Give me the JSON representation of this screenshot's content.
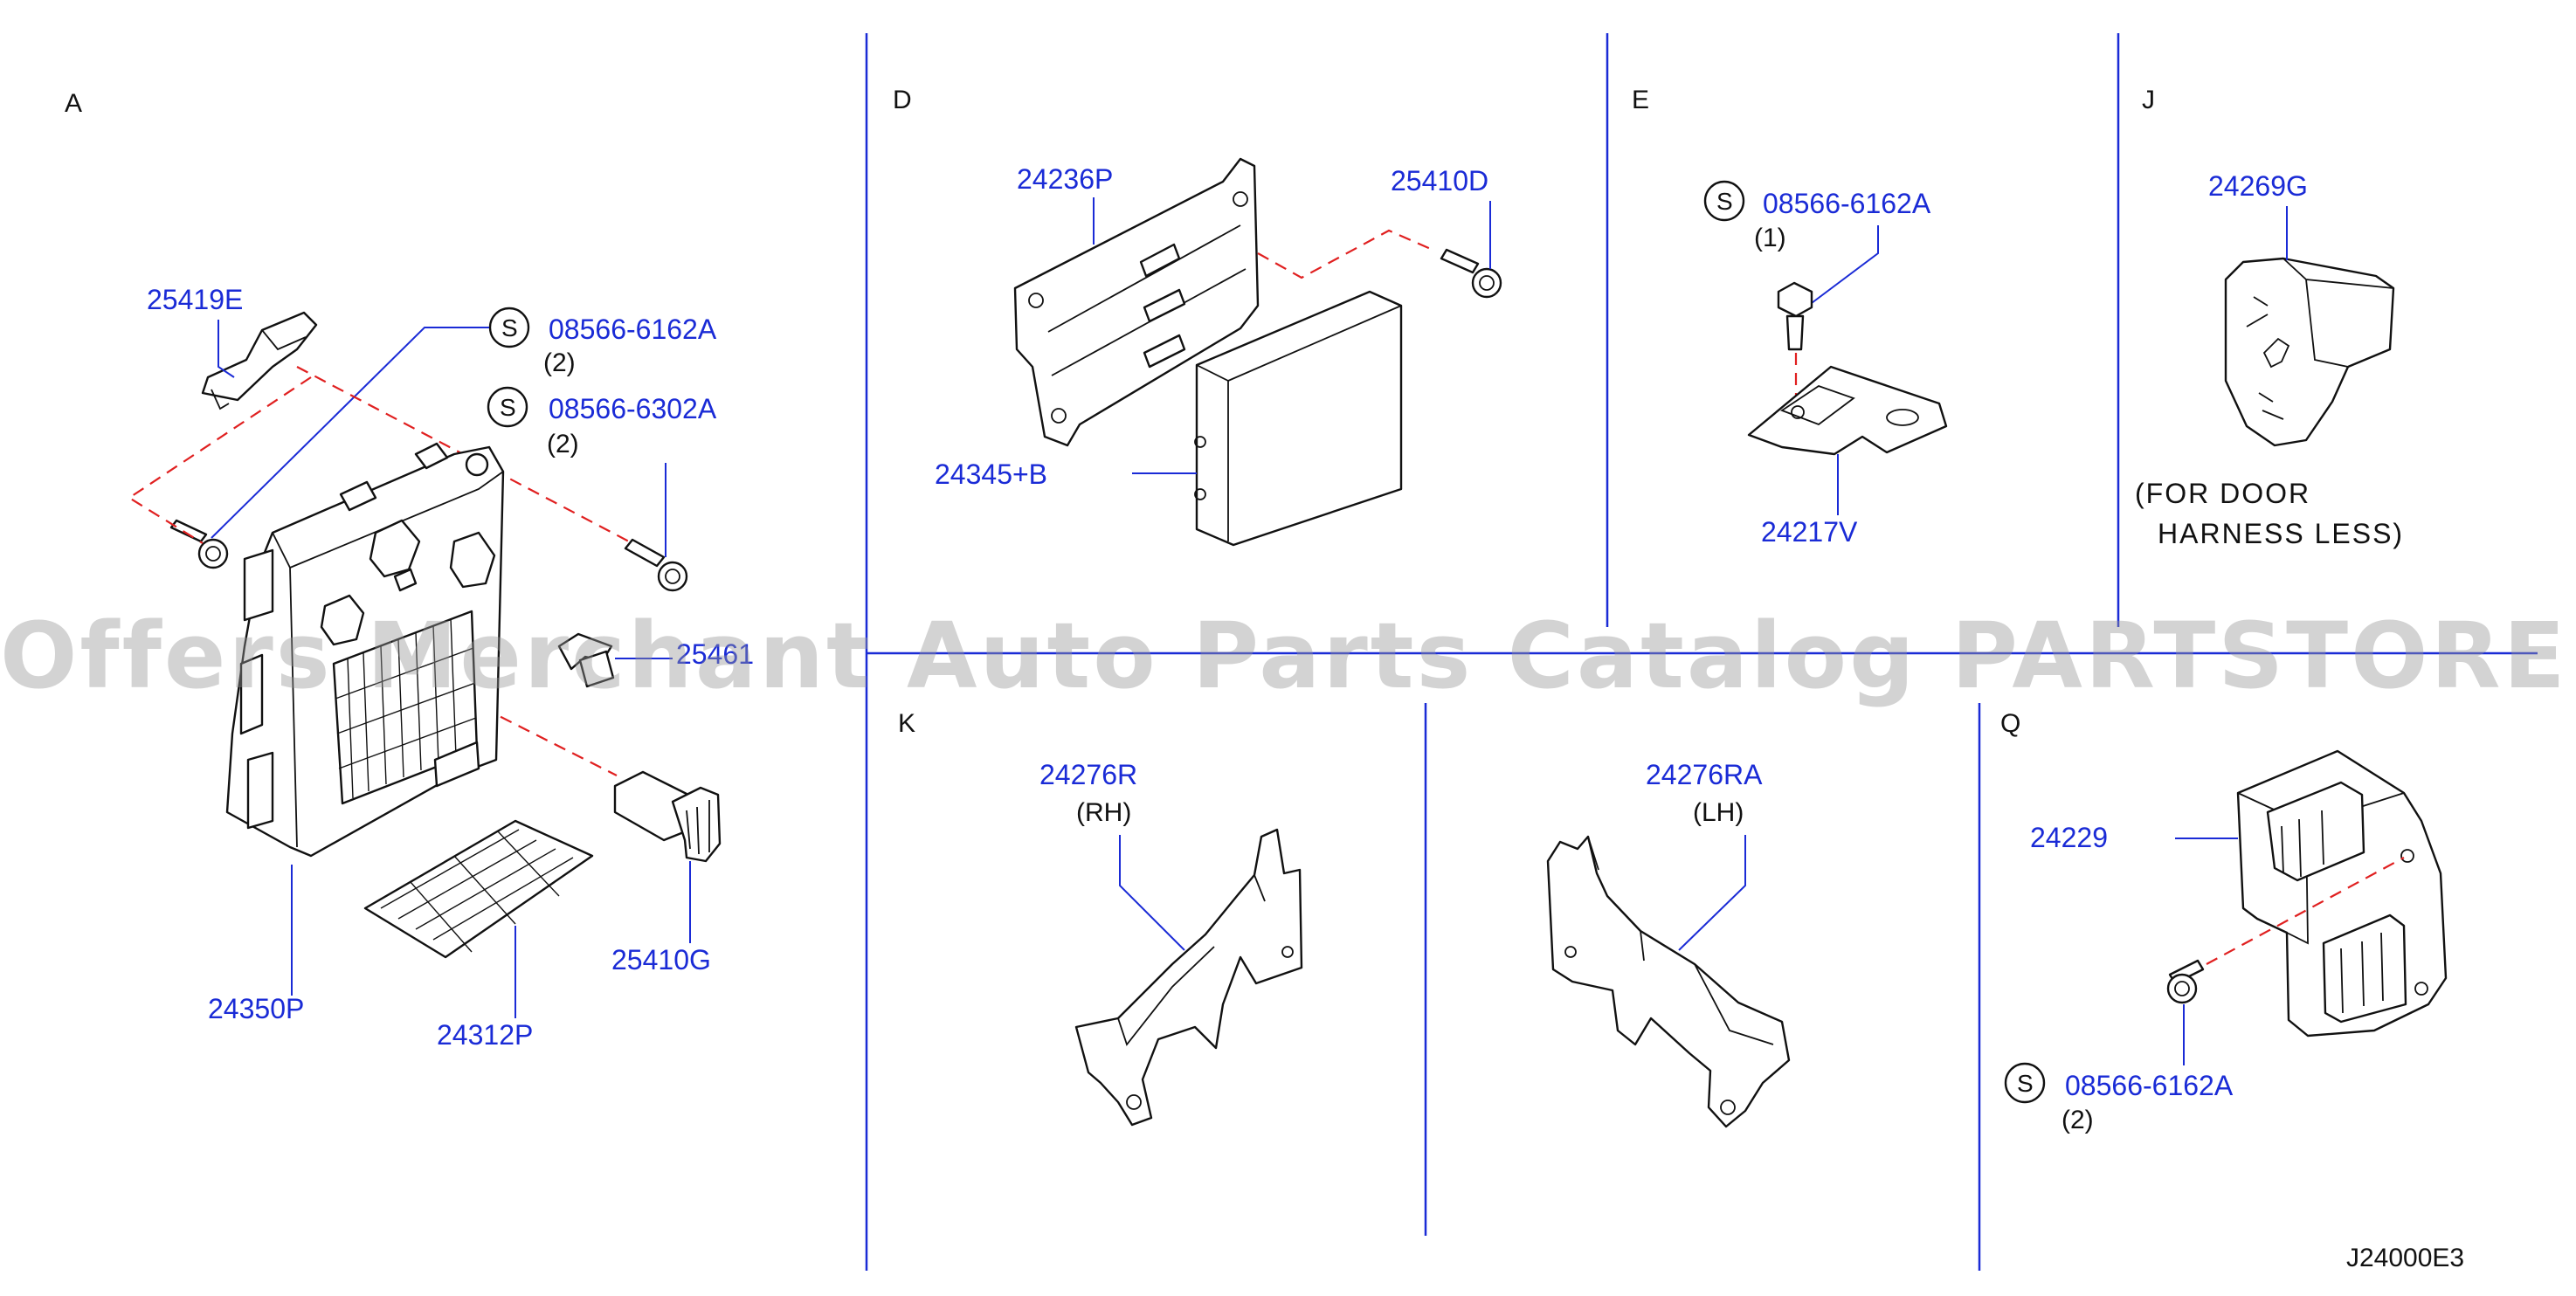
{
  "sections": {
    "a": "A",
    "d": "D",
    "e": "E",
    "j": "J",
    "k": "K",
    "q": "Q"
  },
  "parts": {
    "p25419E": "25419E",
    "p24350P": "24350P",
    "p24312P": "24312P",
    "p25410G": "25410G",
    "p25461": "25461",
    "p24236P": "24236P",
    "p25410D": "25410D",
    "p24345B": "24345+B",
    "p24217V": "24217V",
    "p24269G": "24269G",
    "p24276R": "24276R",
    "p24276RA": "24276RA",
    "p24229": "24229"
  },
  "standard_parts": {
    "s_letter": "S",
    "a_bolt1": "08566-6162A",
    "a_bolt1_qty": "(2)",
    "a_bolt2": "08566-6302A",
    "a_bolt2_qty": "(2)",
    "e_bolt": "08566-6162A",
    "e_bolt_qty": "(1)",
    "q_bolt": "08566-6162A",
    "q_bolt_qty": "(2)"
  },
  "labels": {
    "rh": "(RH)",
    "lh": "(LH)",
    "note_line1": "(FOR  DOOR",
    "note_line2": "HARNESS  LESS)",
    "diagram_code": "J24000E3"
  },
  "watermark": "Offers Merchant Auto Parts Catalog PARTSTORE.SA",
  "colors": {
    "part_number": "#1a2bd6",
    "dash_line": "#e02020",
    "divider": "#1a2bd6",
    "watermark": "#969696"
  }
}
